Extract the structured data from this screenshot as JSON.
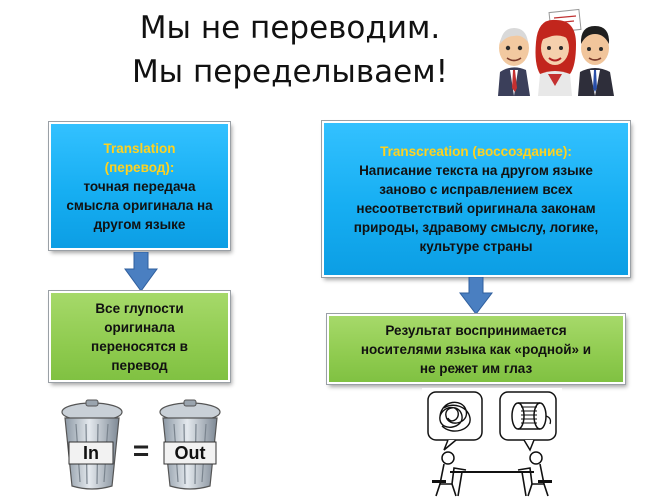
{
  "title": {
    "line1": "Мы не переводим.",
    "line2": "Мы переделываем!"
  },
  "left": {
    "translation": {
      "heading_line1": "Translation",
      "heading_line2": "(перевод):",
      "body_lines": [
        "точная передача",
        "смысла оригинала на",
        "другом языке"
      ]
    },
    "result": {
      "lines": [
        "Все глупости",
        "оригинала",
        "переносятся в",
        "перевод"
      ]
    },
    "trash_image": {
      "in_label": "In",
      "equals": "=",
      "out_label": "Out"
    }
  },
  "right": {
    "transcreation": {
      "heading": "Transcreation (воссоздание):",
      "body_lines": [
        "Написание текста на другом языке",
        "заново с исправлением всех",
        "несоответствий оригинала законам",
        "природы, здравому смыслу, логике,",
        "культуре страны"
      ]
    },
    "result": {
      "lines": [
        "Результат воспринимается",
        "носителями языка как «родной» и",
        "не режет им глаз"
      ]
    }
  },
  "colors": {
    "box_blue": "#16aef2",
    "box_green": "#8fcb4f",
    "heading_yellow": "#ffd21f",
    "arrow_blue": "#4a7fc1"
  }
}
